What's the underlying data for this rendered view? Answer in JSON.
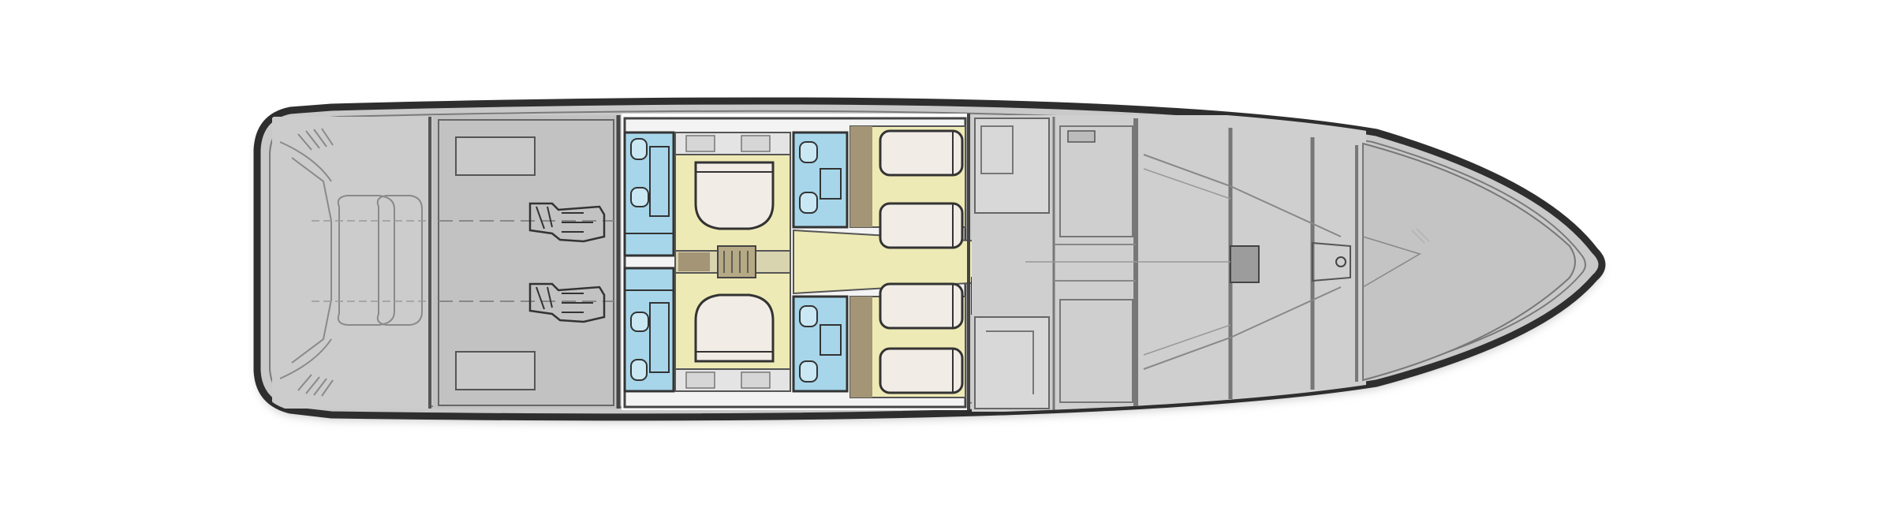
{
  "diagram": {
    "type": "deck-plan",
    "subject": "motor-yacht-lower-deck",
    "orientation": "stern-left-bow-right"
  },
  "colors": {
    "background": "#ffffff",
    "hull_outline": "#2e2e2e",
    "hull_fill": "#c9c9c9",
    "technical_area": "#cfcfcf",
    "cabin_floor": "#eeeab5",
    "bathroom": "#a7d6ea",
    "bed": "#f2ece6",
    "stair_wood": "#a39576",
    "line": "#6f6f6f"
  },
  "zones": [
    {
      "id": "lazarette",
      "kind": "technical"
    },
    {
      "id": "engine-room",
      "kind": "technical"
    },
    {
      "id": "guest-cabin-port-aft",
      "kind": "cabin"
    },
    {
      "id": "guest-cabin-starboard-aft",
      "kind": "cabin"
    },
    {
      "id": "guest-cabin-port-fwd",
      "kind": "cabin"
    },
    {
      "id": "guest-cabin-starboard-fwd",
      "kind": "cabin"
    },
    {
      "id": "ensuite-bathrooms",
      "kind": "bathroom",
      "count": 4
    },
    {
      "id": "corridor",
      "kind": "circulation"
    },
    {
      "id": "crew-quarters",
      "kind": "technical"
    },
    {
      "id": "forepeak",
      "kind": "technical"
    }
  ]
}
